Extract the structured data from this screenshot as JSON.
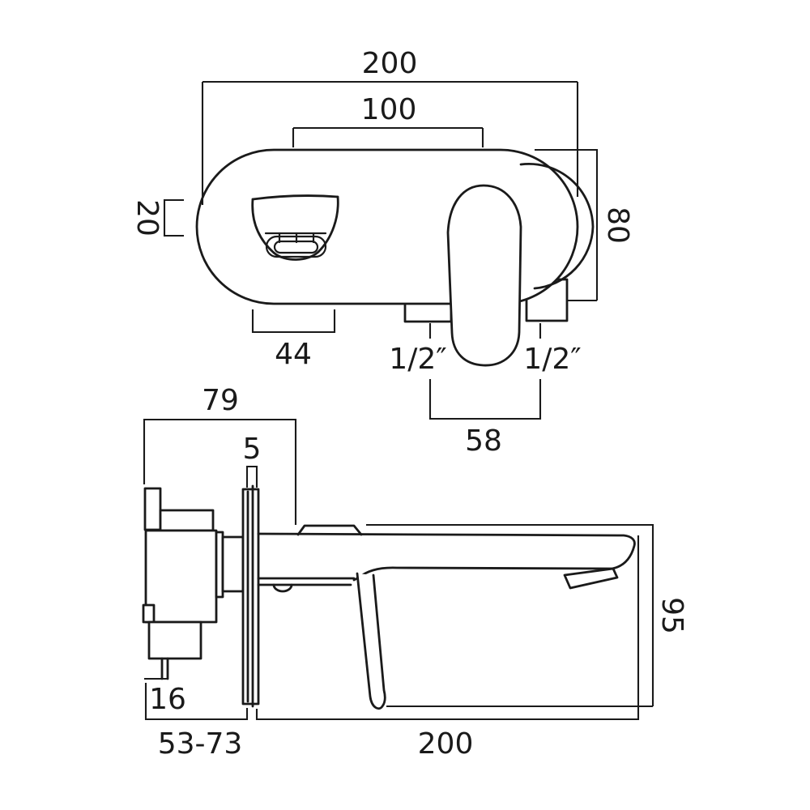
{
  "drawing": {
    "type": "technical-dimension-drawing",
    "subject": "wall-mounted basin mixer tap (trim plate with lever handle and spout)",
    "units": "mm"
  },
  "colors": {
    "line": "#1a1a1a",
    "background": "#ffffff"
  },
  "top_view": {
    "name": "front elevation of trim plate",
    "dims": {
      "plate_width": "200",
      "fixing_centres": "100",
      "top_offset": "20",
      "plate_height": "80",
      "spout_cutout_width": "44",
      "inlet_left": "1/2″",
      "inlet_right": "1/2″",
      "inlet_centres": "58"
    }
  },
  "side_view": {
    "name": "side elevation of spout projection",
    "dims": {
      "body_width": "79",
      "plate_thickness": "5",
      "spout_drop": "95",
      "inlet_stub": "16",
      "wall_depth_range": "53-73",
      "spout_projection": "200"
    }
  }
}
